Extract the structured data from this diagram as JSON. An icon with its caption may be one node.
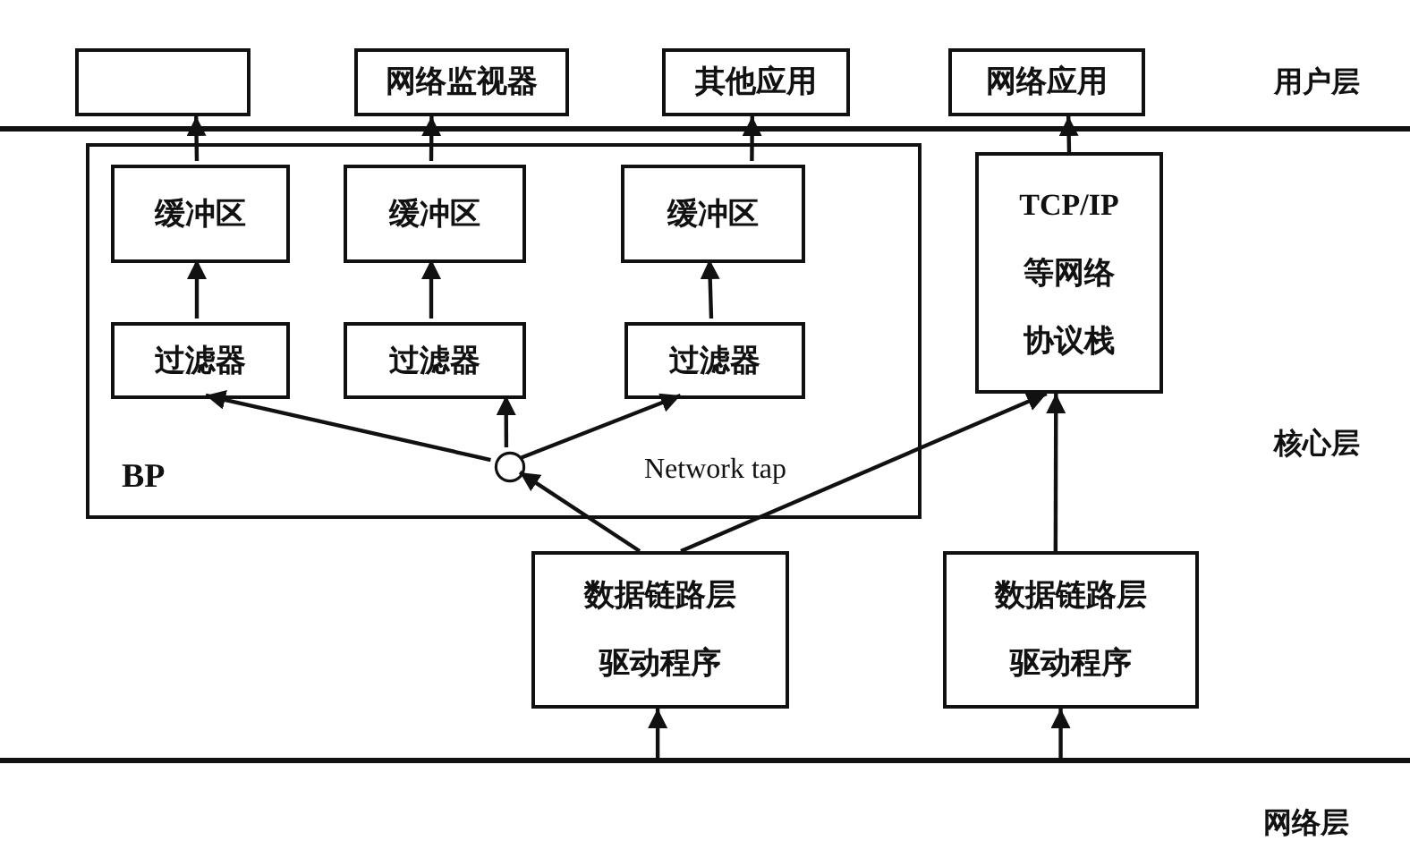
{
  "diagram": {
    "nodes": [
      {
        "text": [],
        "shape": "box"
      },
      {
        "text": [
          "网络监视器"
        ]
      },
      {
        "text": [
          "其他应用"
        ]
      },
      {
        "text": [
          "网络应用"
        ]
      },
      {
        "text": [
          "BP"
        ]
      },
      {
        "text": [
          "缓冲区"
        ],
        "in": 4
      },
      {
        "text": [
          "缓冲区"
        ],
        "in": 4
      },
      {
        "text": [
          "缓冲区"
        ],
        "in": 4
      },
      {
        "text": [
          "过滤器"
        ],
        "in": 4
      },
      {
        "text": [
          "过滤器"
        ],
        "in": 4
      },
      {
        "text": [
          "过滤器"
        ],
        "in": 4
      },
      {
        "text": [],
        "shape": "circle",
        "in": 4
      },
      {
        "text": [
          "TCP/IP等网络协议栈"
        ]
      },
      {
        "text": [
          "数据链路层驱动程序"
        ]
      },
      {
        "text": [
          "数据链路层驱动程序"
        ]
      }
    ],
    "edges": [
      {
        "from": 5,
        "to": 0,
        "arrow": "to"
      },
      {
        "from": 6,
        "to": 1,
        "arrow": "to"
      },
      {
        "from": 7,
        "to": 2,
        "arrow": "to"
      },
      {
        "from": 12,
        "to": 3,
        "arrow": "to"
      },
      {
        "from": 8,
        "to": 5,
        "arrow": "to"
      },
      {
        "from": 9,
        "to": 6,
        "arrow": "to"
      },
      {
        "from": 10,
        "to": 7,
        "arrow": "to"
      },
      {
        "from": 11,
        "to": 8,
        "arrow": "to"
      },
      {
        "from": 11,
        "to": 9,
        "arrow": "to"
      },
      {
        "from": 11,
        "to": 10,
        "arrow": "to"
      },
      {
        "from": 13,
        "to": 11,
        "arrow": "to"
      },
      {
        "from": 13,
        "to": 12,
        "arrow": "to"
      },
      {
        "from": 14,
        "to": 12,
        "arrow": "to"
      },
      {
        "from": null,
        "to": 13,
        "arrow": "to"
      },
      {
        "from": null,
        "to": 14,
        "arrow": "to"
      }
    ],
    "labels": [
      "用户层",
      "核心层",
      "Network tap",
      "网络层"
    ]
  }
}
